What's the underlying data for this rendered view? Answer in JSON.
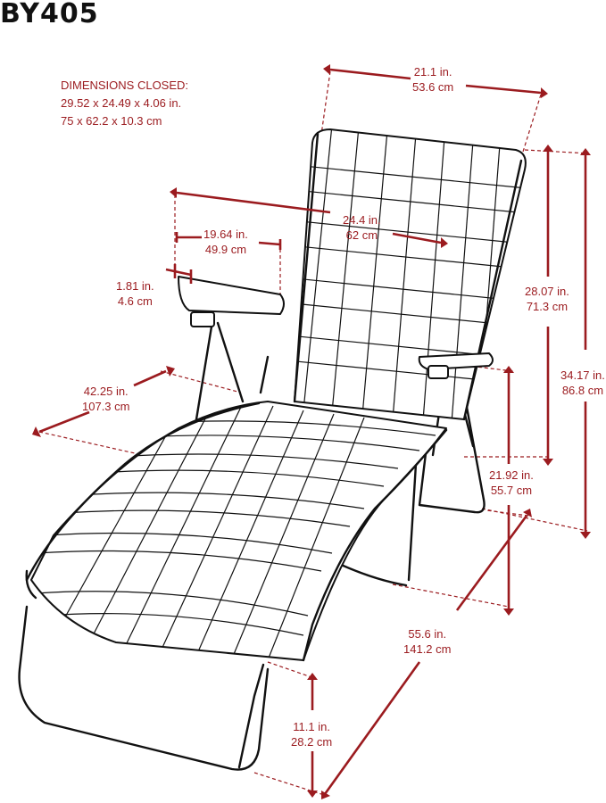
{
  "model": "BY405",
  "closed": {
    "title": "DIMENSIONS CLOSED:",
    "inches": "29.52  x  24.49  x  4.06 in.",
    "cm": "75  x  62.2  x  10.3 cm"
  },
  "dimensions": {
    "back_width": {
      "in": "21.1 in.",
      "cm": "53.6 cm"
    },
    "overall_width": {
      "in": "24.4 in.",
      "cm": "62 cm"
    },
    "armrest_length": {
      "in": "19.64 in.",
      "cm": "49.9 cm"
    },
    "armrest_width": {
      "in": "1.81 in.",
      "cm": "4.6 cm"
    },
    "backrest_height": {
      "in": "28.07 in.",
      "cm": "71.3 cm"
    },
    "overall_height": {
      "in": "34.17 in.",
      "cm": "86.8 cm"
    },
    "seat_depth": {
      "in": "42.25 in.",
      "cm": "107.3 cm"
    },
    "armrest_height": {
      "in": "21.92 in.",
      "cm": "55.7 cm"
    },
    "overall_length": {
      "in": "55.6 in.",
      "cm": "141.2 cm"
    },
    "seat_height": {
      "in": "11.1 in.",
      "cm": "28.2 cm"
    }
  }
}
